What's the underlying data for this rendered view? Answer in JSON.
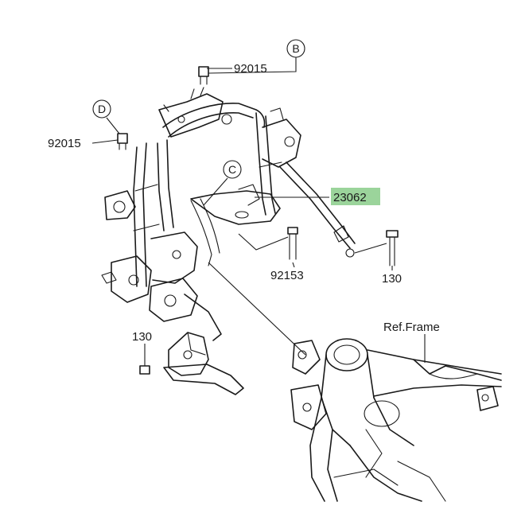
{
  "labels": {
    "part_92015_top": "92015",
    "part_92015_left": "92015",
    "part_23062": "23062",
    "part_92153": "92153",
    "part_130_right": "130",
    "part_130_left": "130",
    "ref_frame": "Ref.Frame"
  },
  "callouts": {
    "b": "B",
    "c": "C",
    "d": "D"
  },
  "colors": {
    "highlight": "#9bd49b",
    "line": "#1a1a1a"
  }
}
